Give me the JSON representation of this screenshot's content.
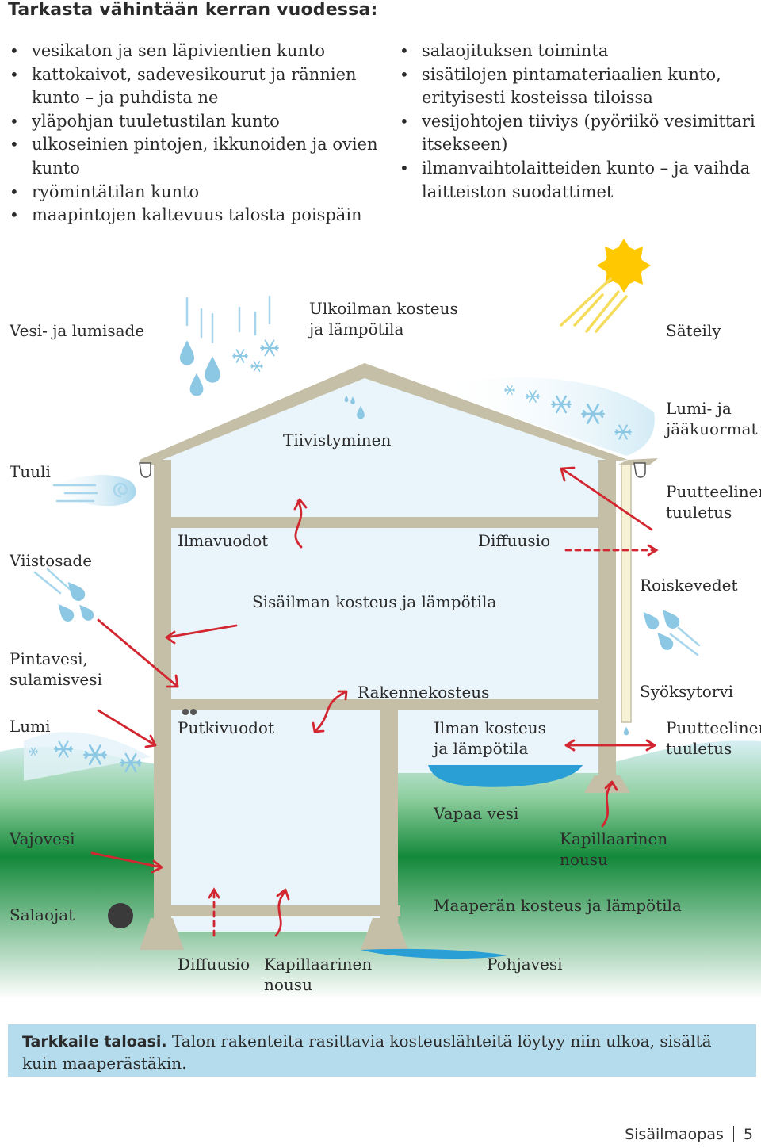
{
  "heading": "Tarkasta vähintään kerran vuodessa:",
  "checklist_left": [
    "vesikaton ja sen läpivientien kunto",
    "kattokaivot, sadevesikourut ja rännien kunto – ja puhdista ne",
    "yläpohjan tuuletustilan kunto",
    "ulkoseinien pintojen, ikkunoiden ja ovien kunto",
    "ryömintätilan kunto",
    "maapintojen kaltevuus talosta poispäin"
  ],
  "checklist_right": [
    "salaojituksen toiminta",
    "sisätilojen pintamateriaalien kunto, erityisesti kosteissa tiloissa",
    "vesijohtojen tiiviys (pyöriikö vesimittari itsekseen)",
    "ilmanvaihtolaitteiden kunto – ja vaihda laitteiston suodattimet"
  ],
  "diagram": {
    "labels": {
      "vesi_lumisade": "Vesi- ja lumisade",
      "ulkoilman_kosteus": "Ulkoilman kosteus ja lämpötila",
      "sateily": "Säteily",
      "lumi_jaakuormat": "Lumi- ja jääkuormat",
      "tiivistyminen": "Tiivistyminen",
      "tuuli": "Tuuli",
      "puutteellinen_tuuletus_top": "Puutteelinen tuuletus",
      "viistosade": "Viistosade",
      "ilmavuodot": "Ilmavuodot",
      "diffuusio_top": "Diffuusio",
      "roiskevedet": "Roiskevedet",
      "sisailman_kosteus": "Sisäilman kosteus ja lämpötila",
      "pintavesi": "Pintavesi, sulamisvesi",
      "rakennekosteus": "Rakennekosteus",
      "syoksytorvi": "Syöksytorvi",
      "lumi": "Lumi",
      "putkivuodot": "Putkivuodot",
      "ilman_kosteus": "Ilman kosteus ja lämpötila",
      "puutteellinen_tuuletus_bottom": "Puutteelinen tuuletus",
      "vapaa_vesi": "Vapaa vesi",
      "vajovesi": "Vajovesi",
      "kapillaarinen_nousu_right": "Kapillaarinen nousu",
      "salaojat": "Salaojat",
      "maaperan_kosteus": "Maaperän kosteus ja lämpötila",
      "diffuusio_bottom": "Diffuusio",
      "kapillaarinen_nousu_bottom": "Kapillaarinen nousu",
      "pohjavesi": "Pohjavesi"
    },
    "colors": {
      "wall": "#c4bfa6",
      "interior": "#eaf5fb",
      "ground_top": "#d9eff5",
      "ground_bottom": "#13893a",
      "water": "#2a9fd6",
      "arrow": "#d22630",
      "sun": "#ffc800",
      "ray": "#f5dc5a",
      "drop": "#8cc8e4",
      "wind": "#a7d6ec",
      "pipe": "#3a3a3a"
    }
  },
  "callout": {
    "lead": "Tarkkaile taloasi.",
    "text": "Talon rakenteita rasittavia kosteuslähteitä löytyy niin ulkoa, sisältä kuin maaperästäkin."
  },
  "footer": {
    "publication": "Sisäilmaopas",
    "page_number": "5"
  }
}
